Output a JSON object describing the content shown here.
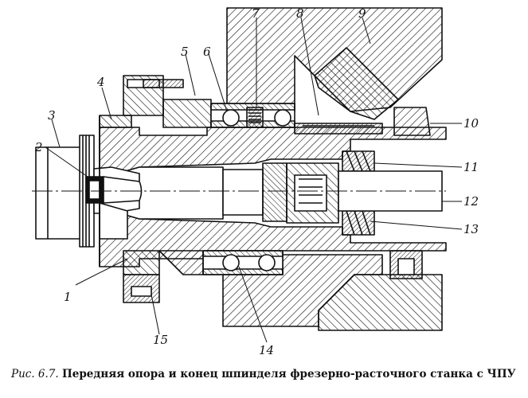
{
  "callouts": {
    "c1": "1",
    "c2": "2",
    "c3": "3",
    "c4": "4",
    "c5": "5",
    "c6": "6",
    "c7": "7",
    "c8": "8",
    "c9": "9",
    "c10": "10",
    "c11": "11",
    "c12": "12",
    "c13": "13",
    "c14": "14",
    "c15": "15"
  },
  "caption": {
    "figure": "Рис. 6.7.",
    "title": "Передняя опора и конец шпинделя фрезерно-расточного станка с ЧПУ"
  }
}
